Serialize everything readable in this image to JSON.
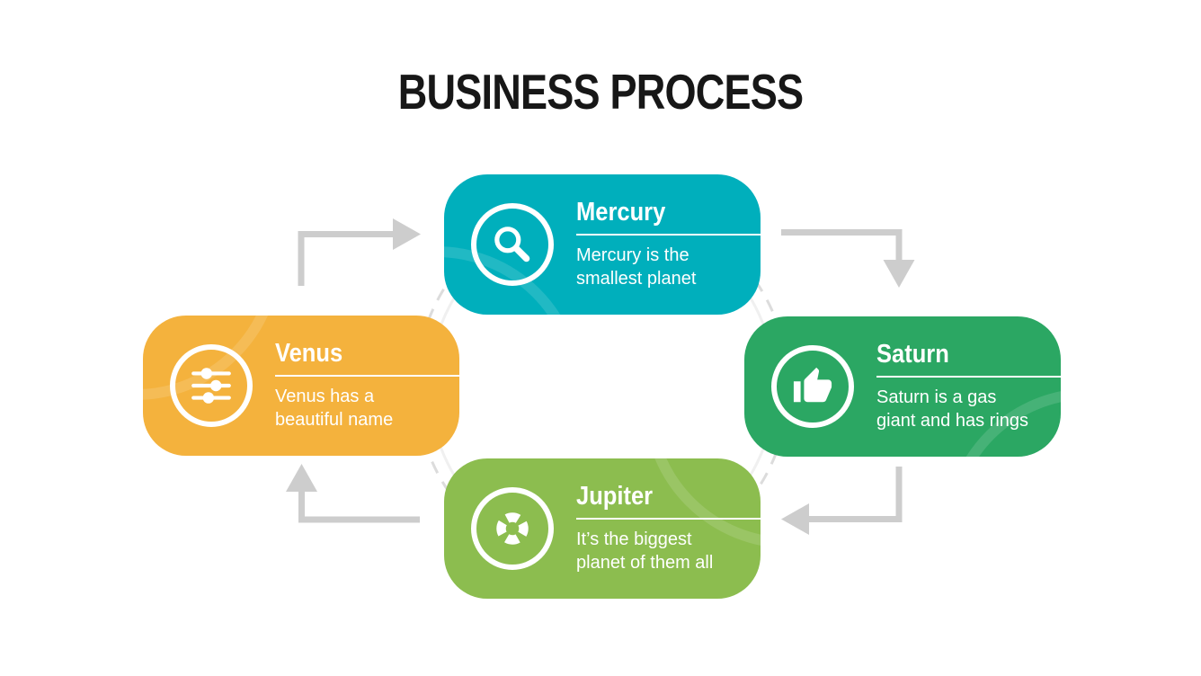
{
  "title": "BUSINESS PROCESS",
  "colors": {
    "mercury_card": "#00AFBC",
    "saturn_card": "#2BA763",
    "jupiter_card": "#8CBD4F",
    "venus_card": "#F4B23D",
    "arrow_gray": "#CDCDCD",
    "dashed_circle_gray": "#DCDCDC",
    "title_text": "#171717",
    "card_text": "#FFFFFF"
  },
  "steps": [
    {
      "name": "Mercury",
      "description": "Mercury is the\nsmallest planet",
      "color": "#00AFBC",
      "icon": "magnifier-icon"
    },
    {
      "name": "Saturn",
      "description": "Saturn is a gas\ngiant and has rings",
      "color": "#2BA763",
      "icon": "thumbs-up-icon"
    },
    {
      "name": "Jupiter",
      "description": "It’s the biggest\nplanet of them all",
      "color": "#8CBD4F",
      "icon": "life-buoy-icon"
    },
    {
      "name": "Venus",
      "description": "Venus has a\nbeautiful name",
      "color": "#F4B23D",
      "icon": "sliders-icon"
    }
  ]
}
